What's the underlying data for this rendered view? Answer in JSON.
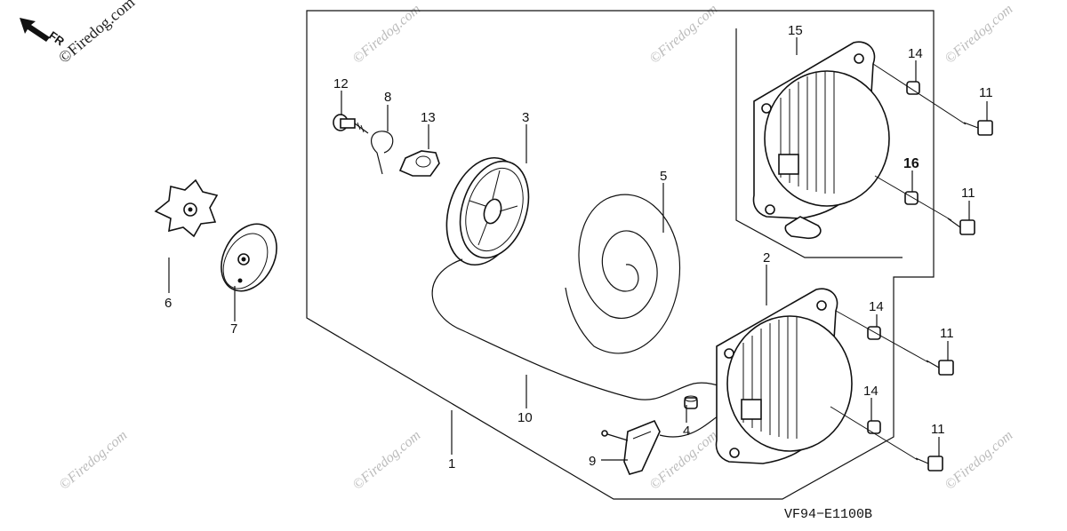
{
  "watermark_text": "©Firedog.com",
  "direction_label": "FR",
  "diagram_code": "VF94−E1100B",
  "callouts": {
    "c1": "1",
    "c2": "2",
    "c3": "3",
    "c4": "4",
    "c5": "5",
    "c6": "6",
    "c7": "7",
    "c8": "8",
    "c9": "9",
    "c10": "10",
    "c11a": "11",
    "c11b": "11",
    "c11c": "11",
    "c11d": "11",
    "c12": "12",
    "c13": "13",
    "c14a": "14",
    "c14b": "14",
    "c14c": "14",
    "c15": "15",
    "c16": "16"
  }
}
